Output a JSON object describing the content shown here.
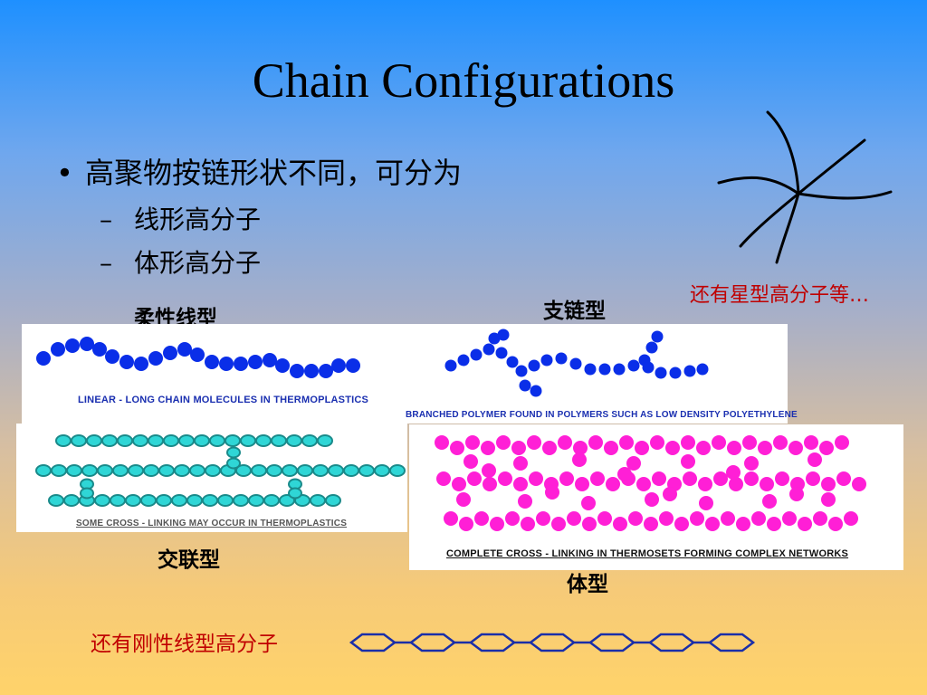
{
  "slide": {
    "title": "Chain Configurations",
    "bullet": "高聚物按链形状不同，可分为",
    "sub_items": [
      "线形高分子",
      "体形高分子"
    ],
    "star_note": "还有星型高分子等…",
    "rigid_note": "还有刚性线型高分子"
  },
  "labels": {
    "flexible_linear": "柔性线型",
    "branched": "支链型",
    "crosslinked": "交联型",
    "network": "体型"
  },
  "captions": {
    "linear": "LINEAR - LONG  CHAIN  MOLECULES  IN  THERMOPLASTICS",
    "branched": "BRANCHED  POLYMER  FOUND IN  POLYMERS  SUCH  AS  LOW  DENSITY  POLYETHYLENE",
    "crosslink": "SOME  CROSS - LINKING MAY  OCCUR  IN  THERMOPLASTICS",
    "network": "COMPLETE  CROSS - LINKING  IN  THERMOSETS  FORMING  COMPLEX  NETWORKS"
  },
  "colors": {
    "blue_bead": "#0a2ee8",
    "caption_blue": "#1a2fb0",
    "cyan_bead": "#2fd6d6",
    "magenta_bead": "#ff1fd6",
    "note_red": "#c00000",
    "rigid_chain": "#1a2ea8"
  }
}
